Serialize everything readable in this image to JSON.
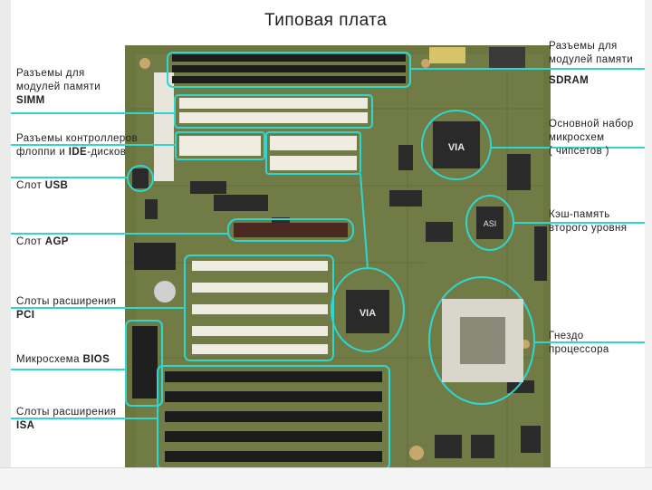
{
  "title": "Типовая плата",
  "labels": {
    "simm": {
      "line1": "Разъемы для",
      "line2": "модулей памяти",
      "line3": "SIMM"
    },
    "floppy_ide": {
      "line1": "Разъемы контроллеров",
      "line2a": "флоппи и ",
      "line2b": "IDE",
      "line2c": "-дисков"
    },
    "usb": {
      "pre": "Слот ",
      "bold": "USB"
    },
    "agp": {
      "pre": "Слот ",
      "bold": "AGP"
    },
    "pci": {
      "line1": "Слоты расширения",
      "line2": "PCI"
    },
    "bios": {
      "pre": "Микросхема ",
      "bold": "BIOS"
    },
    "isa": {
      "line1": "Слоты расширения",
      "line2": "ISA"
    },
    "sdram": {
      "line1": "Разъемы для",
      "line2": "модулей памяти",
      "line3": "SDRAM"
    },
    "chipset": {
      "line1": "Основной набор",
      "line2": "микросхем",
      "line3": "( чипсетов )"
    },
    "cache": {
      "line1": "Кэш-память",
      "line2": "второго уровня"
    },
    "cpu_socket": {
      "line1": "Гнездо",
      "line2": "процессора"
    }
  },
  "chips": {
    "via1": "VIA",
    "via2": "VIA",
    "cache": "ASI"
  },
  "colors": {
    "board": "#6f7a43",
    "highlight": "#2fd6d0",
    "slot_white": "#efece2",
    "slot_black": "#1c1c1c"
  }
}
